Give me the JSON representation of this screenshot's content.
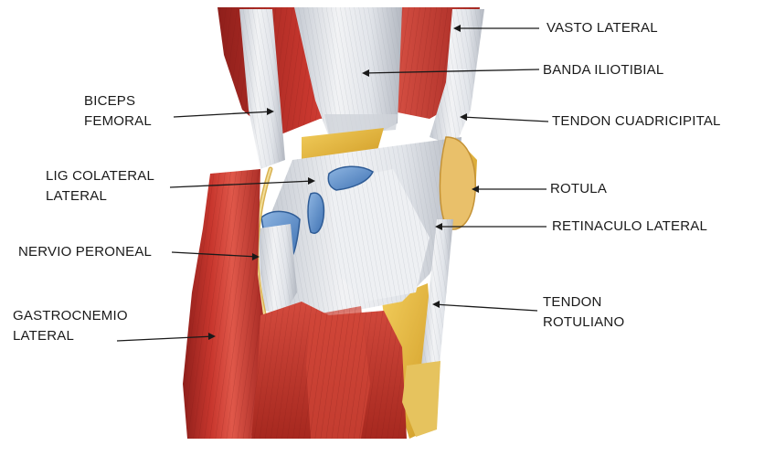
{
  "diagram": {
    "labels": {
      "vasto_lateral": "VASTO LATERAL",
      "banda_iliotibial": "BANDA ILIOTIBIAL",
      "tendon_cuadricipital": "TENDON CUADRICIPITAL",
      "rotula": "ROTULA",
      "retinaculo_lateral": "RETINACULO LATERAL",
      "tendon_rotuliano": "TENDON\nROTULIANO",
      "biceps_femoral": "BICEPS\nFEMORAL",
      "lig_colateral_lateral": "LIG COLATERAL\nLATERAL",
      "nervio_peroneal": "NERVIO PERONEAL",
      "gastrocnemio_lateral": "GASTROCNEMIO\nLATERAL"
    },
    "colors": {
      "muscle": "#c8372e",
      "muscle_dark": "#9e2520",
      "muscle_light": "#e26a5c",
      "tendon": "#e6e8ec",
      "tendon_shadow": "#b9bec7",
      "fat": "#e7b63c",
      "cartilage": "#5d8fcb",
      "nerve": "#f0d47a",
      "label_text": "#1a1a1a"
    }
  }
}
